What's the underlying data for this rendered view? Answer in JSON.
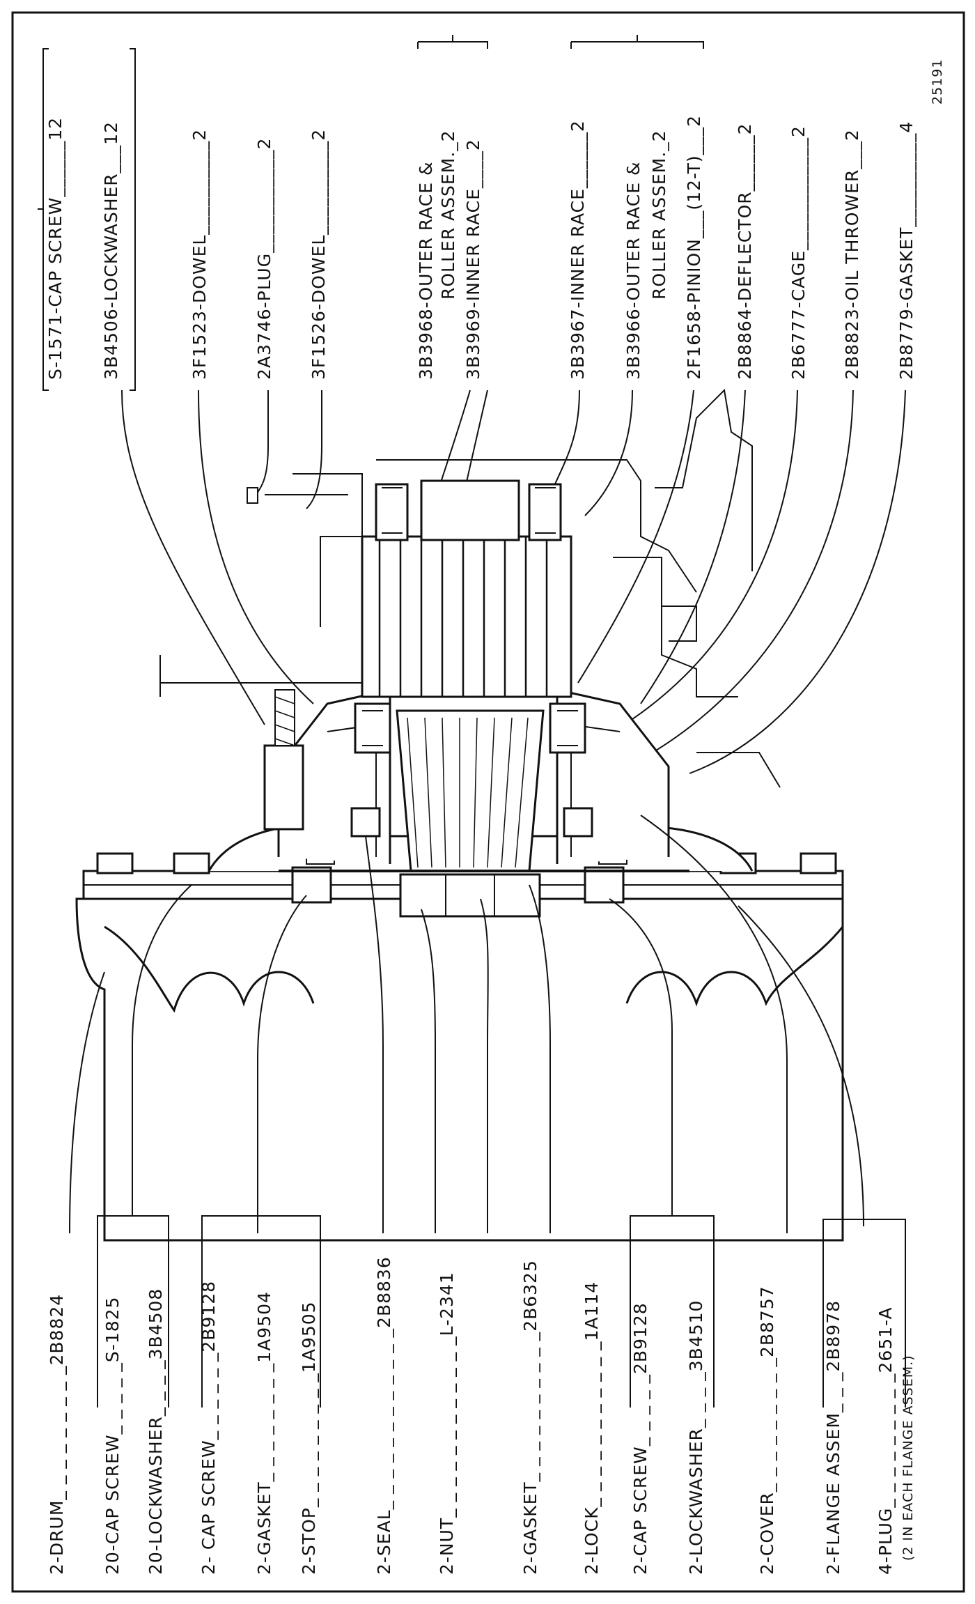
{
  "figure_id": "25191",
  "top_labels": [
    {
      "text": "S-1571-CAP SCREW______12"
    },
    {
      "text": "3B4506-LOCKWASHER___12"
    },
    {
      "text": "3F1523-DOWEL__________2"
    },
    {
      "text": "2A3746-PLUG___________2"
    },
    {
      "text": "3F1526-DOWEL__________2"
    },
    {
      "text": "3B3968-OUTER RACE &"
    },
    {
      "text": "ROLLER ASSEM._2"
    },
    {
      "text": "3B3969-INNER RACE____2"
    },
    {
      "text": "3B3967-INNER RACE______2"
    },
    {
      "text": "3B3966-OUTER RACE &"
    },
    {
      "text": "ROLLER ASSEM._2"
    },
    {
      "text": "2F1658-PINION___(12-T)___2"
    },
    {
      "text": "2B8864-DEFLECTOR______2"
    },
    {
      "text": "2B6777-CAGE____________2"
    },
    {
      "text": "2B8823-OIL THROWER___2"
    },
    {
      "text": "2B8779-GASKET__________4"
    }
  ],
  "bottom_labels": [
    {
      "name": "2-DRUM",
      "part": "2B8824"
    },
    {
      "name": "20-CAP SCREW",
      "part": "S-1825"
    },
    {
      "name": "20-LOCKWASHER",
      "part": "3B4508"
    },
    {
      "name": "2- CAP SCREW",
      "part": "2B9128"
    },
    {
      "name": "2-GASKET",
      "part": "1A9504"
    },
    {
      "name": "2-STOP",
      "part": "1A9505"
    },
    {
      "name": "2-SEAL",
      "part": "2B8836"
    },
    {
      "name": "2-NUT",
      "part": "L-2341"
    },
    {
      "name": "2-GASKET",
      "part": "2B6325"
    },
    {
      "name": "2-LOCK",
      "part": "1A114"
    },
    {
      "name": "2-CAP SCREW",
      "part": "2B9128"
    },
    {
      "name": "2-LOCKWASHER",
      "part": "3B4510"
    },
    {
      "name": "2-COVER",
      "part": "2B8757"
    },
    {
      "name": "2-FLANGE ASSEM",
      "part": "2B8978"
    },
    {
      "name": "4-PLUG",
      "part": "2651-A"
    }
  ],
  "footnote": "(2 IN EACH FLANGE ASSEM.)"
}
